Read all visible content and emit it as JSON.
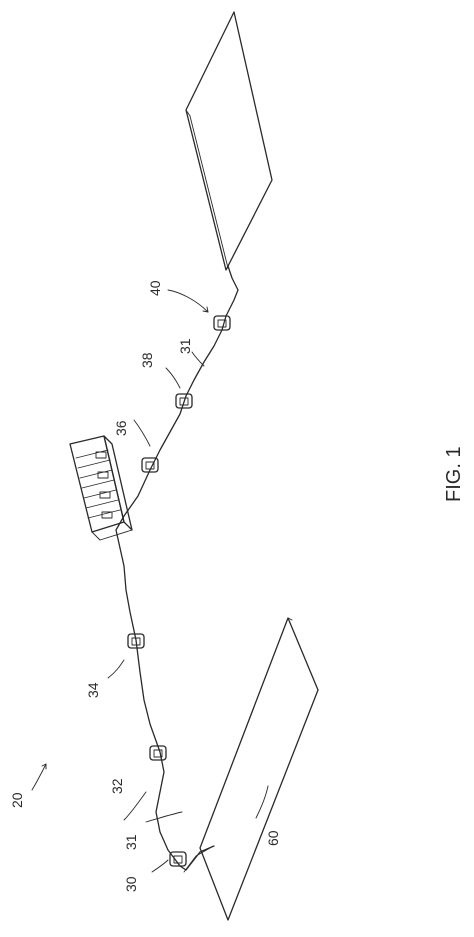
{
  "figure": {
    "caption": "FIG. 1"
  },
  "labels": {
    "system": "20",
    "node_first": "30",
    "cable_near": "31",
    "cable_far": "31",
    "node_2": "32",
    "node_3": "34",
    "node_4": "36",
    "node_5": "38",
    "node_last": "40",
    "panel_near": "60"
  }
}
